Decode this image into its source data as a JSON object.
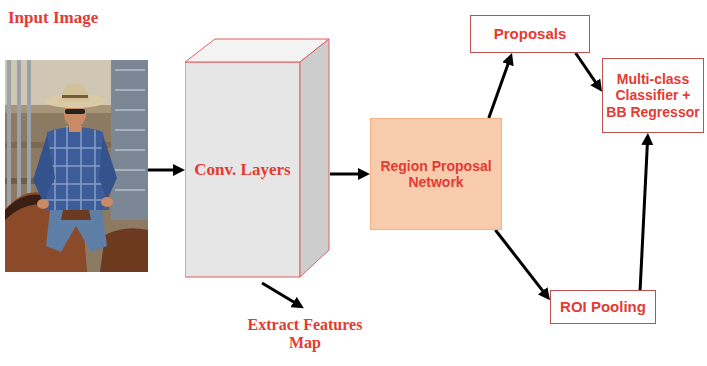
{
  "diagram": {
    "nodes": [
      {
        "text": [
          "Input Image"
        ]
      },
      {
        "text": [
          "Conv. Layers"
        ]
      },
      {
        "text": [
          "Region Proposal Network"
        ]
      },
      {
        "text": [
          "Proposals"
        ]
      },
      {
        "text": [
          "Multi-class Classifier + BB Regressor"
        ]
      },
      {
        "text": [
          "ROI Pooling"
        ]
      }
    ],
    "edges": [
      {
        "from": 0,
        "to": 1,
        "arrow": "to"
      },
      {
        "from": 1,
        "to": 2,
        "arrow": "to"
      },
      {
        "from": 2,
        "to": 3,
        "arrow": "to"
      },
      {
        "from": 2,
        "to": 5,
        "arrow": "to"
      },
      {
        "from": 3,
        "to": 4,
        "arrow": "to"
      },
      {
        "from": 5,
        "to": 4,
        "arrow": "to"
      }
    ],
    "labels": [
      "Extract Features Map"
    ]
  }
}
